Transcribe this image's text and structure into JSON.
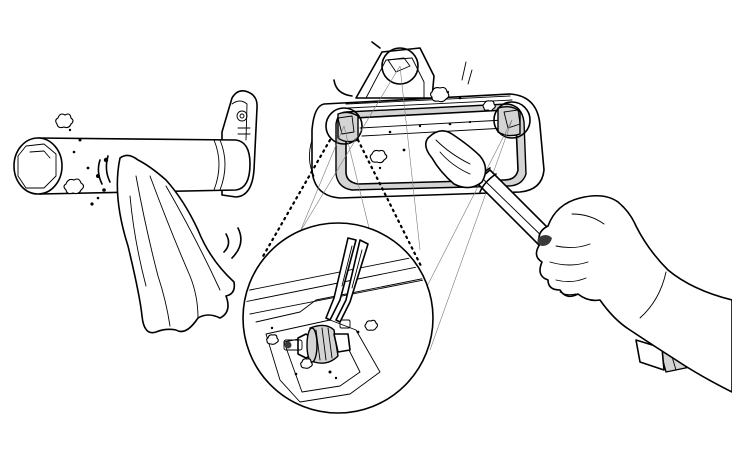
{
  "illustration": {
    "parts": [
      "extension-tube",
      "cleaning-cloth",
      "brush-head",
      "roller-detail-magnifier",
      "cleaning-tool",
      "hand"
    ]
  }
}
